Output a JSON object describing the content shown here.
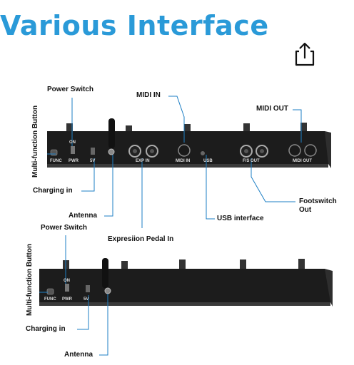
{
  "header": {
    "title": "Various Interface",
    "share_icon": "share-icon"
  },
  "colors": {
    "title": "#2a9ad8",
    "leader": "#1e7fc4",
    "device": "#1c1c1c"
  },
  "top_device": {
    "labels": {
      "multi_function": "Multi-function Button",
      "power_switch": "Power Switch",
      "midi_in": "MIDI IN",
      "midi_out": "MIDI OUT",
      "charging_in": "Charging in",
      "antenna": "Antenna",
      "usb_interface": "USB interface",
      "footswitch_out": "Footswitch\nOut",
      "expression_pedal_in": "Expresiion Pedal In"
    },
    "panel_text": {
      "func": "FUNC",
      "pwr": "PWR",
      "on": "ON",
      "five_v": "5V",
      "exp_in": "EXP IN",
      "midi_in": "MIDI IN",
      "usb": "USB",
      "fs_out": "F/S OUT",
      "midi_out": "MIDI OUT"
    }
  },
  "bottom_device": {
    "labels": {
      "multi_function": "Multi-function Button",
      "power_switch": "Power Switch",
      "charging_in": "Charging in",
      "antenna": "Antenna"
    },
    "panel_text": {
      "func": "FUNC",
      "pwr": "PWR",
      "on": "ON",
      "five_v": "5V"
    }
  }
}
